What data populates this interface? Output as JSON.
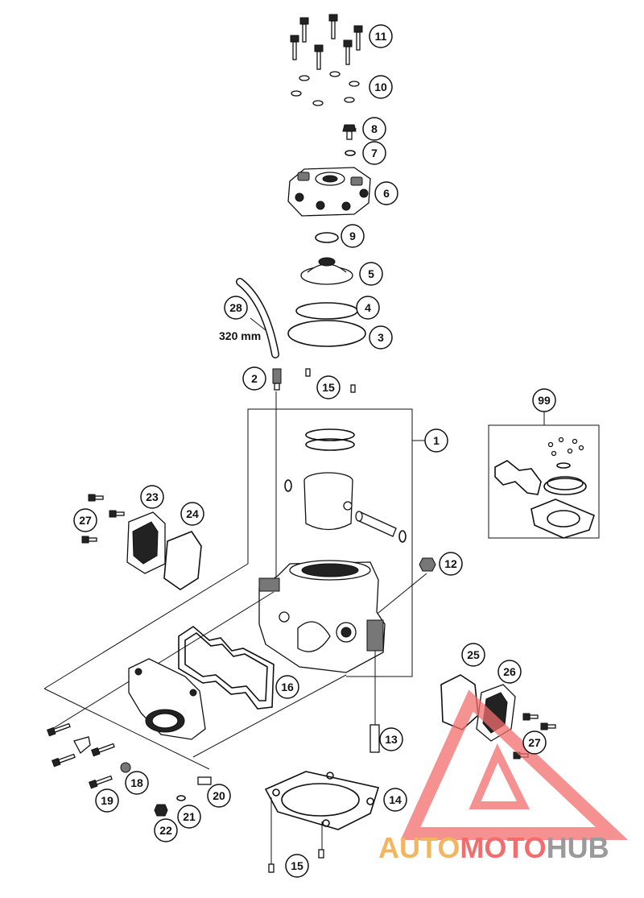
{
  "callouts": {
    "c11": "11",
    "c10": "10",
    "c8": "8",
    "c7": "7",
    "c6": "6",
    "c9": "9",
    "c5": "5",
    "c28": "28",
    "c4": "4",
    "c3": "3",
    "c2": "2",
    "c15a": "15",
    "c1": "1",
    "c99": "99",
    "c23": "23",
    "c27a": "27",
    "c24": "24",
    "c12": "12",
    "c25": "25",
    "c26": "26",
    "c16": "16",
    "c27b": "27",
    "c13": "13",
    "c18": "18",
    "c19": "19",
    "c20": "20",
    "c21": "21",
    "c22": "22",
    "c14": "14",
    "c15b": "15"
  },
  "hose_length_label": "320 mm",
  "watermark": {
    "part1": "AUTO",
    "part2": "MOTO",
    "part3": "HUB",
    "colors": {
      "auto": "#f4b560",
      "moto": "#f26d6d",
      "hub": "#9a9a9a",
      "triangle": "#f26d6d"
    }
  }
}
